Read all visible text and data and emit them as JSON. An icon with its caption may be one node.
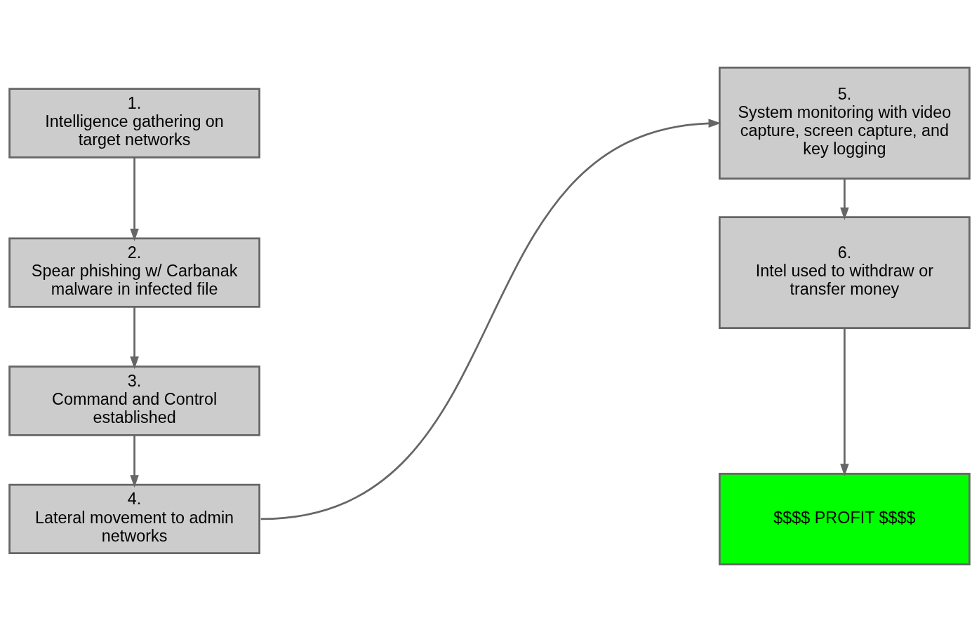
{
  "diagram": {
    "nodes": [
      {
        "text": [
          "1.",
          "Intelligence gathering on target networks"
        ]
      },
      {
        "text": [
          "2.",
          "Spear phishing w/ Carbanak malware in infected file"
        ]
      },
      {
        "text": [
          "3.",
          "Command and Control established"
        ]
      },
      {
        "text": [
          "4.",
          "Lateral movement to admin networks"
        ]
      },
      {
        "text": [
          "5.",
          "System monitoring with video capture, screen capture, and key logging"
        ]
      },
      {
        "text": [
          "6.",
          "Intel used to withdraw or transfer money"
        ]
      },
      {
        "text": [
          "$$$$ PROFIT $$$$"
        ]
      }
    ],
    "edges": [
      {
        "from": 0,
        "to": 1,
        "arrow": "to"
      },
      {
        "from": 1,
        "to": 2,
        "arrow": "to"
      },
      {
        "from": 2,
        "to": 3,
        "arrow": "to"
      },
      {
        "from": 3,
        "to": 4,
        "arrow": "to"
      },
      {
        "from": 4,
        "to": 5,
        "arrow": "to"
      },
      {
        "from": 5,
        "to": 6,
        "arrow": "to"
      }
    ]
  }
}
